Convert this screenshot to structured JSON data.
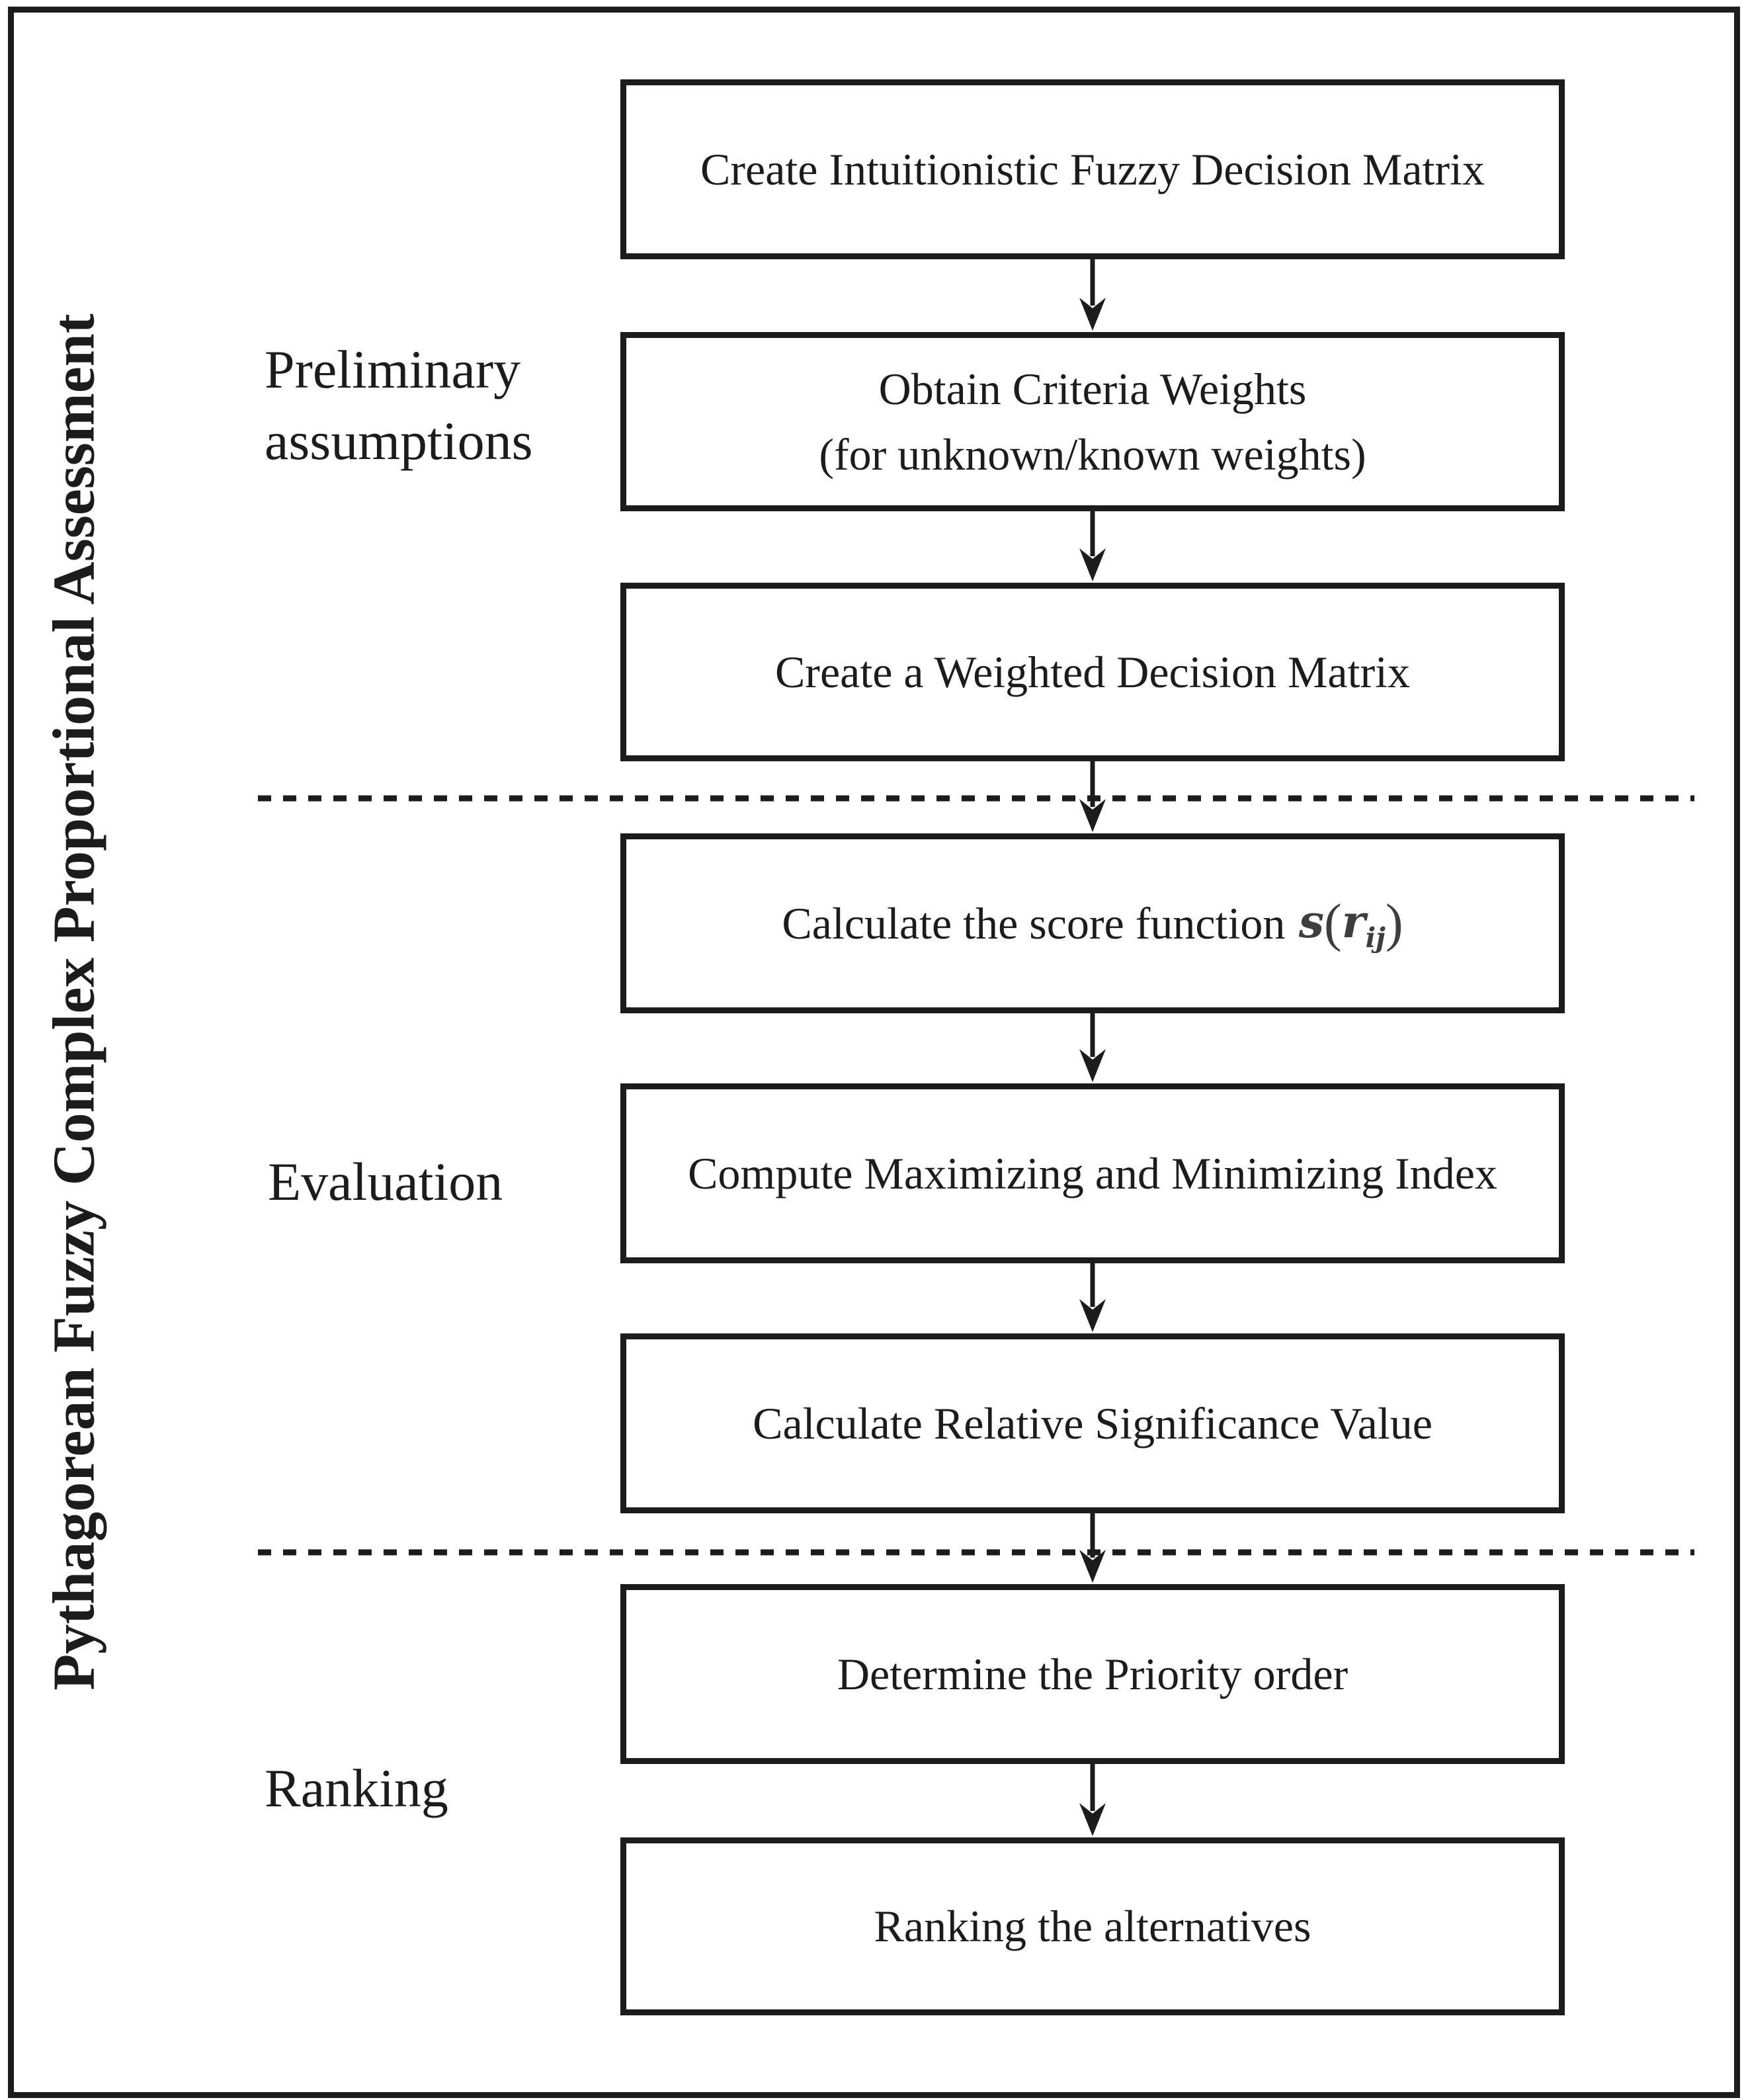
{
  "figure": {
    "vertical_title": "Pythagorean Fuzzy Complex Proportional Assessment",
    "phase_labels": {
      "preliminary": "Preliminary\nassumptions",
      "evaluation": "Evaluation",
      "ranking": "Ranking"
    },
    "boxes": [
      {
        "label": "Create Intuitionistic Fuzzy Decision Matrix"
      },
      {
        "label": "Obtain Criteria Weights\n(for unknown/known weights)"
      },
      {
        "label": "Create a Weighted Decision Matrix"
      },
      {
        "label_prefix": "Calculate the score function",
        "math": {
          "s": "s",
          "open": "(",
          "r": "r",
          "sub": "ij",
          "close": ")"
        }
      },
      {
        "label": "Compute Maximizing and Minimizing Index"
      },
      {
        "label": "Calculate Relative Significance Value"
      },
      {
        "label": "Determine the Priority order"
      },
      {
        "label": "Ranking the alternatives"
      }
    ],
    "colors": {
      "ink": "#1c1c1c",
      "math_ink": "#3d3d3d",
      "background": "#ffffff"
    }
  }
}
